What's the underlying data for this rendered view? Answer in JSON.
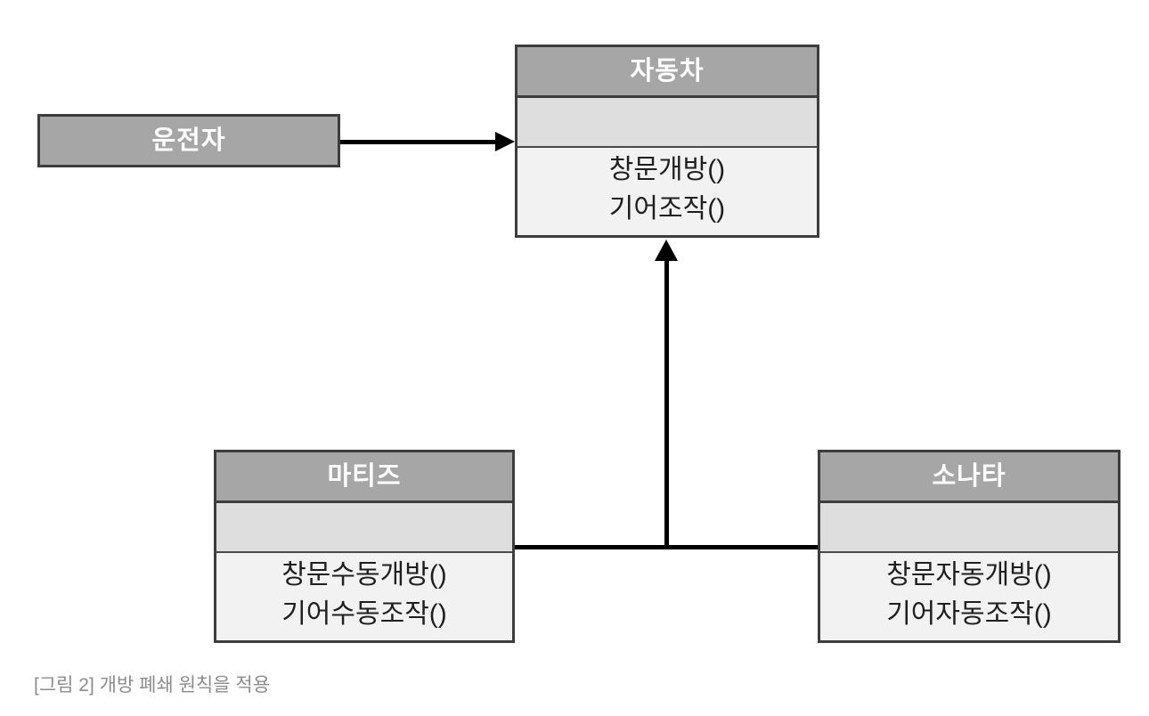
{
  "caption": "[그림 2] 개방 폐쇄 원칙을 적용",
  "actor": {
    "name": "운전자"
  },
  "classes": {
    "car": {
      "name": "자동차",
      "attributes": [],
      "methods": [
        "창문개방()",
        "기어조작()"
      ]
    },
    "matiz": {
      "name": "마티즈",
      "attributes": [],
      "methods": [
        "창문수동개방()",
        "기어수동조작()"
      ]
    },
    "sonata": {
      "name": "소나타",
      "attributes": [],
      "methods": [
        "창문자동개방()",
        "기어자동조작()"
      ]
    }
  },
  "relationships": {
    "association": {
      "from": "운전자",
      "to": "자동차",
      "style": "filled-arrow"
    },
    "generalization": {
      "from": [
        "마티즈",
        "소나타"
      ],
      "to": "자동차",
      "style": "filled-arrow"
    }
  },
  "colors": {
    "header_fill": "#a6a6a6",
    "attributes_fill": "#dedede",
    "methods_fill": "#f2f2f2",
    "box_border": "#3d3d3d",
    "line": "#000000",
    "header_text": "#ffffff",
    "method_text": "#1f1f1f",
    "caption_text": "#8c8c8c",
    "background": "#ffffff"
  }
}
